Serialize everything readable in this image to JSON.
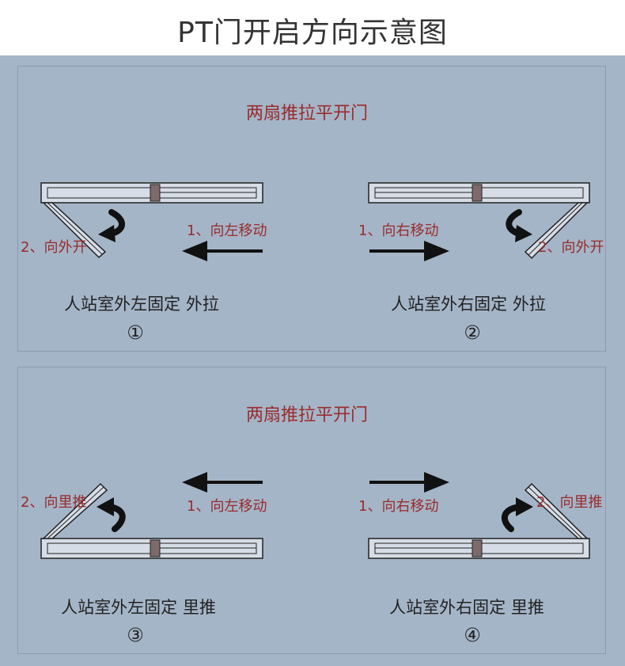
{
  "title": "PT门开启方向示意图",
  "colors": {
    "background": "#a4b5c8",
    "label": "#9a2b2b",
    "arrow": "#1a1a1a",
    "door_fill": "#d7dde6"
  },
  "panels": [
    {
      "heading": "两扇推拉平开门",
      "diagrams": [
        {
          "step1": "1、向左移动",
          "step2": "2、向外开",
          "caption": "人站室外左固定 外拉",
          "number": "①"
        },
        {
          "step1": "1、向右移动",
          "step2": "2、向外开",
          "caption": "人站室外右固定 外拉",
          "number": "②"
        }
      ]
    },
    {
      "heading": "两扇推拉平开门",
      "diagrams": [
        {
          "step1": "1、向左移动",
          "step2": "2、向里推",
          "caption": "人站室外左固定 里推",
          "number": "③"
        },
        {
          "step1": "1、向右移动",
          "step2": "2、向里推",
          "caption": "人站室外右固定 里推",
          "number": "④"
        }
      ]
    }
  ]
}
